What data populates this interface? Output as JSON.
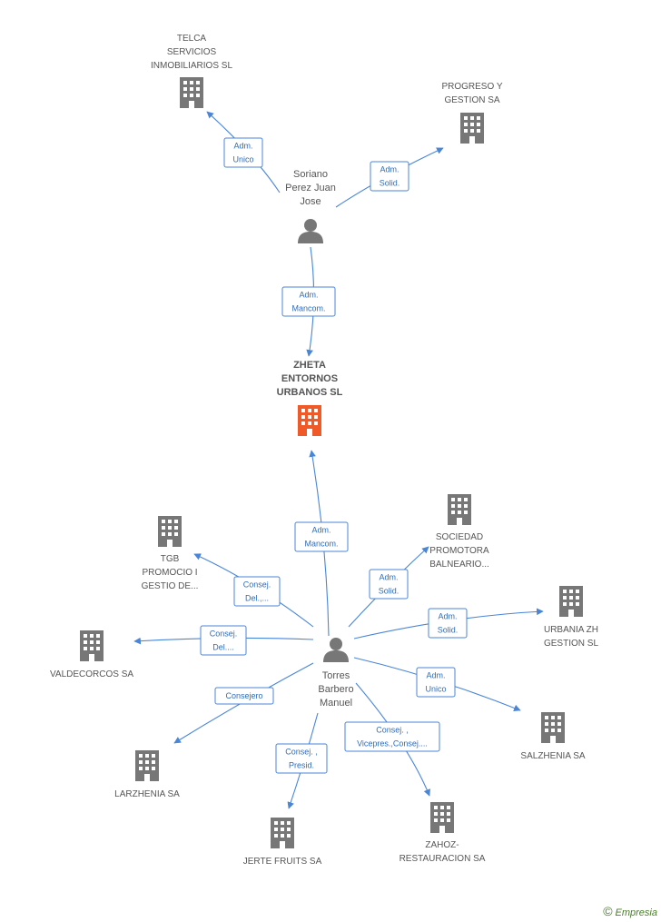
{
  "companies": [
    {
      "id": "telca",
      "lines": [
        "TELCA",
        "SERVICIOS",
        "INMOBILIARIOS SL"
      ]
    },
    {
      "id": "progreso",
      "lines": [
        "PROGRESO Y",
        "GESTION SA"
      ]
    },
    {
      "id": "zheta",
      "lines": [
        "ZHETA",
        "ENTORNOS",
        "URBANOS SL"
      ],
      "highlight": true
    },
    {
      "id": "tgb",
      "lines": [
        "TGB",
        "PROMOCIO I",
        "GESTIO DE..."
      ]
    },
    {
      "id": "sociedad",
      "lines": [
        "SOCIEDAD",
        "PROMOTORA",
        "BALNEARIO..."
      ]
    },
    {
      "id": "urbania",
      "lines": [
        "URBANIA ZH",
        "GESTION SL"
      ]
    },
    {
      "id": "valdecorcos",
      "lines": [
        "VALDECORCOS SA"
      ]
    },
    {
      "id": "salzhenia",
      "lines": [
        "SALZHENIA SA"
      ]
    },
    {
      "id": "larzhenia",
      "lines": [
        "LARZHENIA SA"
      ]
    },
    {
      "id": "jerte",
      "lines": [
        "JERTE FRUITS SA"
      ]
    },
    {
      "id": "zahoz",
      "lines": [
        "ZAHOZ-",
        "RESTAURACION SA"
      ]
    }
  ],
  "persons": [
    {
      "id": "soriano",
      "lines": [
        "Soriano",
        "Perez Juan",
        "Jose"
      ]
    },
    {
      "id": "torres",
      "lines": [
        "Torres",
        "Barbero",
        "Manuel"
      ]
    }
  ],
  "edges": [
    {
      "id": "e1",
      "badge": [
        "Adm.",
        "Unico"
      ]
    },
    {
      "id": "e2",
      "badge": [
        "Adm.",
        "Solid."
      ]
    },
    {
      "id": "e3",
      "badge": [
        "Adm.",
        "Mancom."
      ]
    },
    {
      "id": "e4",
      "badge": [
        "Adm.",
        "Mancom."
      ]
    },
    {
      "id": "e5",
      "badge": [
        "Consej.",
        "Del.,..."
      ]
    },
    {
      "id": "e6",
      "badge": [
        "Adm.",
        "Solid."
      ]
    },
    {
      "id": "e7",
      "badge": [
        "Adm.",
        "Solid."
      ]
    },
    {
      "id": "e8",
      "badge": [
        "Consej.",
        "Del...."
      ]
    },
    {
      "id": "e9",
      "badge": [
        "Adm.",
        "Unico"
      ]
    },
    {
      "id": "e10",
      "badge": [
        "Consejero"
      ]
    },
    {
      "id": "e11",
      "badge": [
        "Consej. ,",
        "Presid."
      ]
    },
    {
      "id": "e12",
      "badge": [
        "Consej. ,",
        "Vicepres.,Consej...."
      ]
    }
  ],
  "colors": {
    "edge": "#4a86d8",
    "building": "#777777",
    "highlight": "#f05a28",
    "person": "#777777"
  },
  "watermark": {
    "symbol": "©",
    "text": "Empresia"
  }
}
